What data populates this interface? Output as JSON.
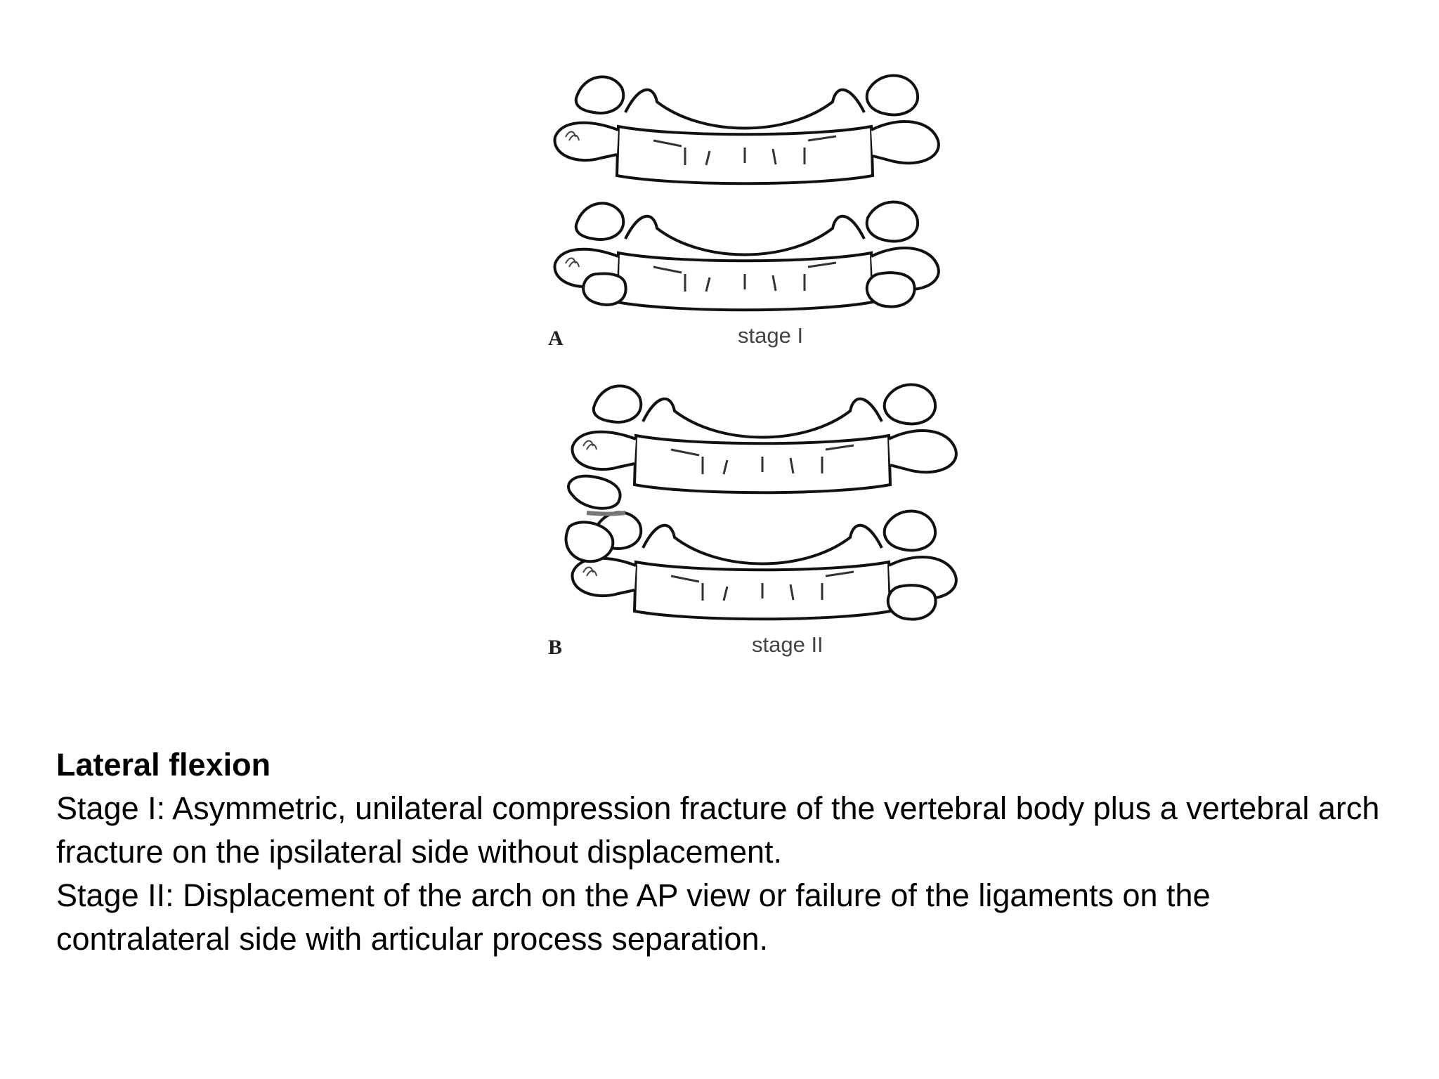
{
  "figure": {
    "panel_a": {
      "letter": "A",
      "caption": "stage I"
    },
    "panel_b": {
      "letter": "B",
      "caption": "stage II"
    }
  },
  "text": {
    "heading": "Lateral flexion",
    "stage1": "Stage I: Asymmetric, unilateral compression fracture of the vertebral body plus a vertebral arch fracture on the ipsilateral side without displacement.",
    "stage2": "Stage II: Displacement of the arch on the AP view or failure of the ligaments on the contralateral side with articular process separation."
  }
}
